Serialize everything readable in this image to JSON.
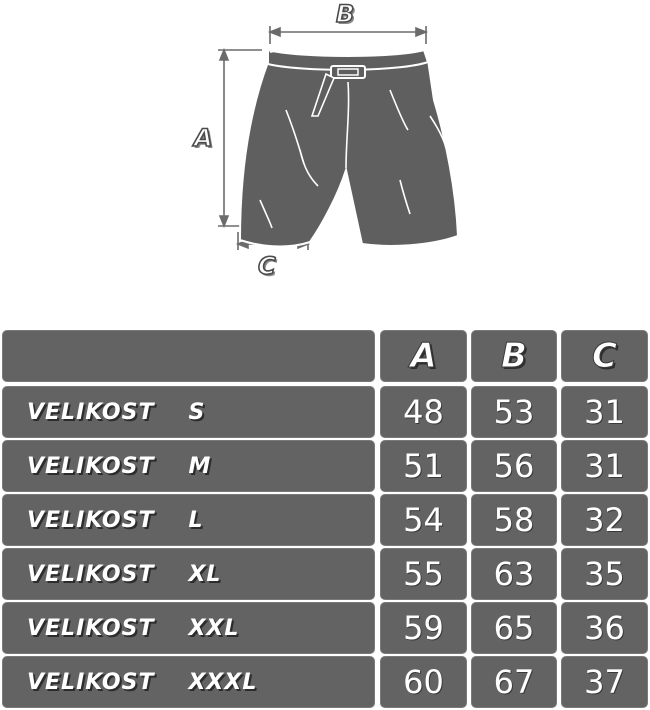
{
  "diagram": {
    "dimension_labels": [
      "B",
      "A",
      "C"
    ],
    "colors": {
      "shorts": "#5f5f5f",
      "outline": "#ffffff",
      "arrow": "#6b6b6b"
    }
  },
  "table": {
    "headers": [
      "",
      "A",
      "B",
      "C"
    ],
    "rows": [
      {
        "label": "VELIKOST",
        "size": "S",
        "values": [
          "48",
          "53",
          "31"
        ]
      },
      {
        "label": "VELIKOST",
        "size": "M",
        "values": [
          "51",
          "56",
          "31"
        ]
      },
      {
        "label": "VELIKOST",
        "size": "L",
        "values": [
          "54",
          "58",
          "32"
        ]
      },
      {
        "label": "VELIKOST",
        "size": "XL",
        "values": [
          "55",
          "63",
          "35"
        ]
      },
      {
        "label": "VELIKOST",
        "size": "XXL",
        "values": [
          "59",
          "65",
          "36"
        ]
      },
      {
        "label": "VELIKOST",
        "size": "XXXL",
        "values": [
          "60",
          "67",
          "37"
        ]
      }
    ],
    "cell_color": "#636363"
  }
}
